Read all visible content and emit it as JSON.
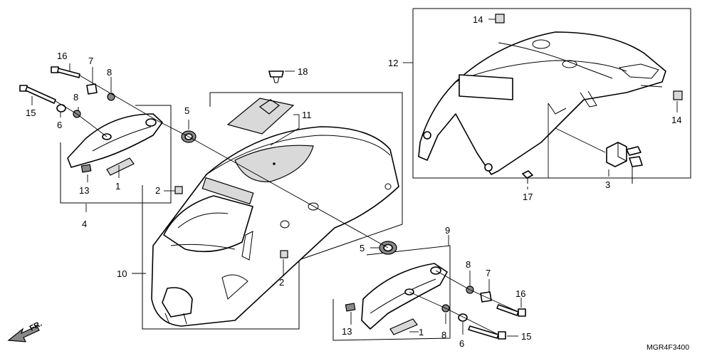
{
  "callouts": {
    "c1_left": "1",
    "c1_right": "1",
    "c2_left": "2",
    "c2_mid": "2",
    "c3": "3",
    "c4": "4",
    "c5_left": "5",
    "c5_right": "5",
    "c6_left": "6",
    "c6_right": "6",
    "c7_left": "7",
    "c7_right": "7",
    "c8_left_top": "8",
    "c8_left_low": "8",
    "c8_right_top": "8",
    "c8_right_low": "8",
    "c9": "9",
    "c10": "10",
    "c11": "11",
    "c12": "12",
    "c13_left": "13",
    "c13_right": "13",
    "c14_top": "14",
    "c14_right": "14",
    "c15_left": "15",
    "c15_right": "15",
    "c16_left": "16",
    "c16_right": "16",
    "c17": "17",
    "c18": "18"
  },
  "direction_label": "FR.",
  "diagram_code": "MGR4F3400"
}
